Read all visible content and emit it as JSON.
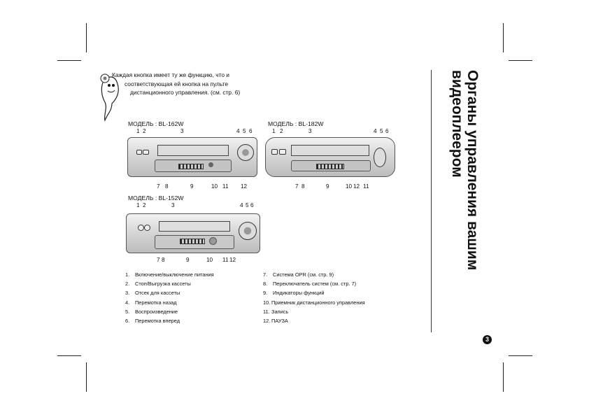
{
  "title": {
    "line1": "Органы управления вашим",
    "line2": "видеоплеером"
  },
  "note": {
    "line1": "Каждая кнопка имеет ту же функцию, что и",
    "line2": "соответствующая ей кнопка на пульте",
    "line3": "дистанционного управления. (см. стр. 6)"
  },
  "models": {
    "m1": {
      "label": "МОДЕЛЬ : BL-162W"
    },
    "m2": {
      "label": "МОДЕЛЬ : BL-182W"
    },
    "m3": {
      "label": "МОДЕЛЬ : BL-152W"
    }
  },
  "callouts": [
    "1",
    "2",
    "3",
    "4",
    "5",
    "6",
    "7",
    "8",
    "9",
    "10",
    "11",
    "12"
  ],
  "legend_left": [
    {
      "n": "1.",
      "text": "Включение/выключение питания"
    },
    {
      "n": "2.",
      "text": "Стоп/Выгрузка кассеты"
    },
    {
      "n": "3.",
      "text": "Отсек для кассеты"
    },
    {
      "n": "4.",
      "text": "Перемотка назад"
    },
    {
      "n": "5.",
      "text": "Воспроизведение"
    },
    {
      "n": "6.",
      "text": "Перемотка вперед"
    }
  ],
  "legend_right": [
    {
      "n": "7.",
      "text": "Система OPR (см. стр. 9)"
    },
    {
      "n": "8.",
      "text": "Переключатель систем (см. стр. 7)"
    },
    {
      "n": "9.",
      "text": "Индикаторы функций"
    },
    {
      "n": "10.",
      "text": "Приемник дистанционного управления"
    },
    {
      "n": "11.",
      "text": "Запись"
    },
    {
      "n": "12.",
      "text": "ПАУЗА"
    }
  ],
  "page_number": "3"
}
